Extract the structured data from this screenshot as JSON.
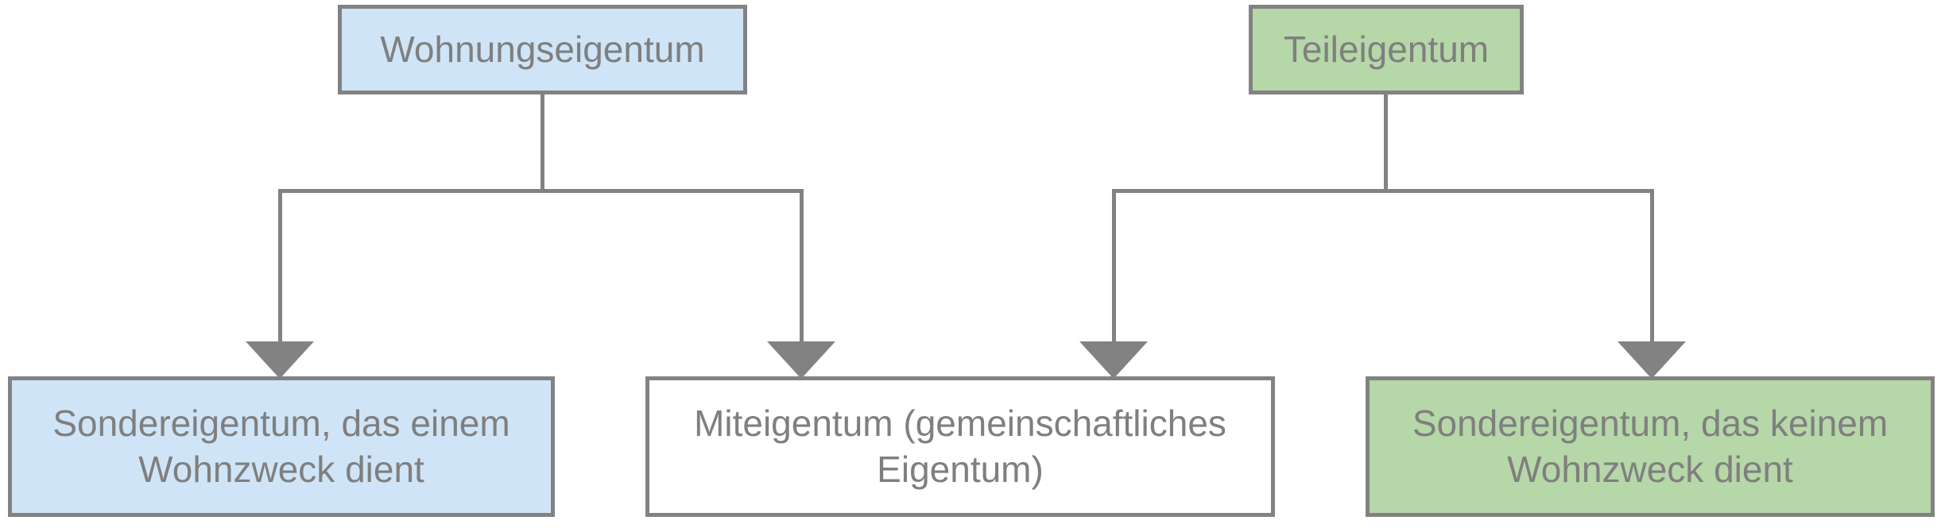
{
  "diagram": {
    "title": "Wohnungseigentum / Teileigentum Struktur",
    "colors": {
      "node_blue": "#cfe5f7",
      "node_green": "#b6d7a8",
      "node_white": "#ffffff",
      "line_gray": "#828282",
      "text_gray": "#7f7f7f",
      "background": "#ffffff"
    },
    "nodes": [
      {
        "id": "wohnungseigentum",
        "label": "Wohnungseigentum",
        "fill": "#cfe5f7",
        "row": "top"
      },
      {
        "id": "teileigentum",
        "label": "Teileigentum",
        "fill": "#b6d7a8",
        "row": "top"
      },
      {
        "id": "sondereigentum-wohnzweck",
        "label": "Sondereigentum, das einem Wohnzweck dient",
        "fill": "#cfe5f7",
        "row": "bottom"
      },
      {
        "id": "miteigentum",
        "label": "Miteigentum (gemeinschaftliches Eigentum)",
        "fill": "#ffffff",
        "row": "bottom"
      },
      {
        "id": "sondereigentum-kein-wohnzweck",
        "label": "Sondereigentum, das keinem Wohnzweck dient",
        "fill": "#b6d7a8",
        "row": "bottom"
      }
    ],
    "edges": [
      {
        "from": "wohnungseigentum",
        "to": "sondereigentum-wohnzweck",
        "style": "arrow-down"
      },
      {
        "from": "wohnungseigentum",
        "to": "miteigentum",
        "style": "arrow-down"
      },
      {
        "from": "teileigentum",
        "to": "miteigentum",
        "style": "arrow-down"
      },
      {
        "from": "teileigentum",
        "to": "sondereigentum-kein-wohnzweck",
        "style": "arrow-down"
      }
    ]
  }
}
